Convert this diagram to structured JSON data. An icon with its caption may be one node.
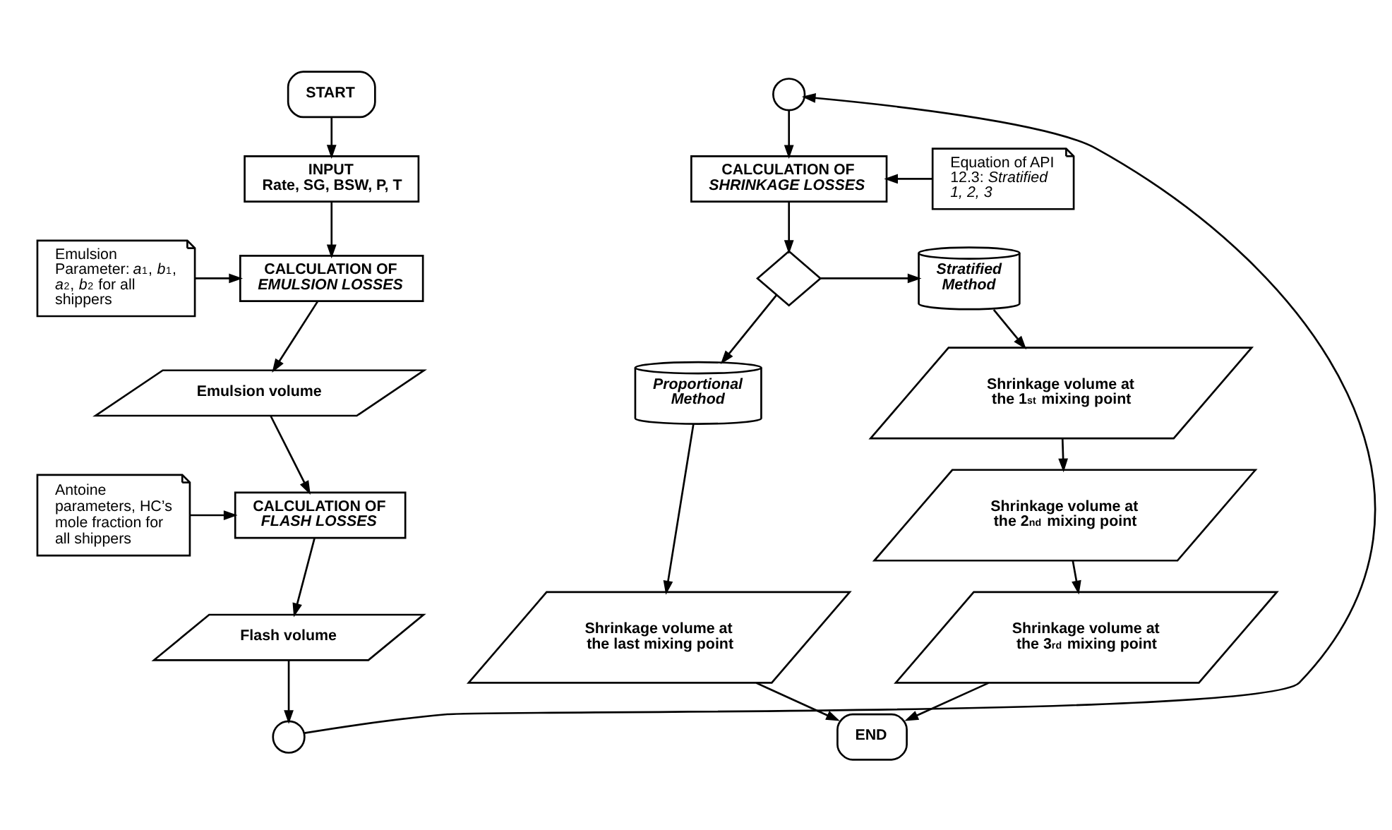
{
  "diagram": {
    "nodes": [
      {
        "text": [
          "START"
        ]
      },
      {
        "text": [
          "INPUT",
          "Rate, SG, BSW, P, T"
        ]
      },
      {
        "text": [
          "Emulsion Parameter: *a*$_{1}$, *b*$_{1}$, *a*$_{2}$, *b*$_{2}$ for all shippers"
        ]
      },
      {
        "text": [
          "CALCULATION OF *EMULSION LOSSES*"
        ]
      },
      {
        "text": [
          "Emulsion volume"
        ]
      },
      {
        "text": [
          "Antoine parameters, HC’s mole fraction for all shippers"
        ]
      },
      {
        "text": [
          "CALCULATION OF *FLASH LOSSES*"
        ]
      },
      {
        "text": [
          "Flash volume"
        ]
      },
      {
        "text": [],
        "shape": "circle"
      },
      {
        "text": [],
        "shape": "circle"
      },
      {
        "text": [
          "CALCULATION OF *SHRINKAGE LOSSES*"
        ]
      },
      {
        "text": [
          "Equation of API 12.3: *Stratified 1, 2, 3*"
        ]
      },
      {
        "text": [],
        "shape": "diamond"
      },
      {
        "text": [
          "Stratified Method"
        ]
      },
      {
        "text": [
          "Proportional Method"
        ]
      },
      {
        "text": [
          "Shrinkage volume at the 1$^{st}$ mixing point"
        ]
      },
      {
        "text": [
          "Shrinkage volume at the 2$^{nd}$ mixing point"
        ]
      },
      {
        "text": [
          "Shrinkage volume at the 3$^{rd}$ mixing point"
        ]
      },
      {
        "text": [
          "Shrinkage volume at the last mixing point"
        ]
      },
      {
        "text": [
          "END"
        ]
      }
    ],
    "edges": [
      {
        "from": 0,
        "to": 1,
        "arrow": "to"
      },
      {
        "from": 1,
        "to": 3,
        "arrow": "to"
      },
      {
        "from": 2,
        "to": 3,
        "arrow": "to"
      },
      {
        "from": 3,
        "to": 4,
        "arrow": "to"
      },
      {
        "from": 4,
        "to": 6,
        "arrow": "to"
      },
      {
        "from": 5,
        "to": 6,
        "arrow": "to"
      },
      {
        "from": 6,
        "to": 7,
        "arrow": "to"
      },
      {
        "from": 7,
        "to": 8,
        "arrow": "to"
      },
      {
        "from": 8,
        "to": 9,
        "arrow": "to"
      },
      {
        "from": 9,
        "to": 10,
        "arrow": "to"
      },
      {
        "from": 11,
        "to": 10,
        "arrow": "to"
      },
      {
        "from": 10,
        "to": 12,
        "arrow": "to"
      },
      {
        "from": 12,
        "to": 13,
        "arrow": "to"
      },
      {
        "from": 12,
        "to": 14,
        "arrow": "to"
      },
      {
        "from": 13,
        "to": 15,
        "arrow": "to"
      },
      {
        "from": 15,
        "to": 16,
        "arrow": "to"
      },
      {
        "from": 16,
        "to": 17,
        "arrow": "to"
      },
      {
        "from": 14,
        "to": 18,
        "arrow": "to"
      },
      {
        "from": 18,
        "to": 19,
        "arrow": "to"
      },
      {
        "from": 17,
        "to": 19,
        "arrow": "to"
      }
    ]
  }
}
